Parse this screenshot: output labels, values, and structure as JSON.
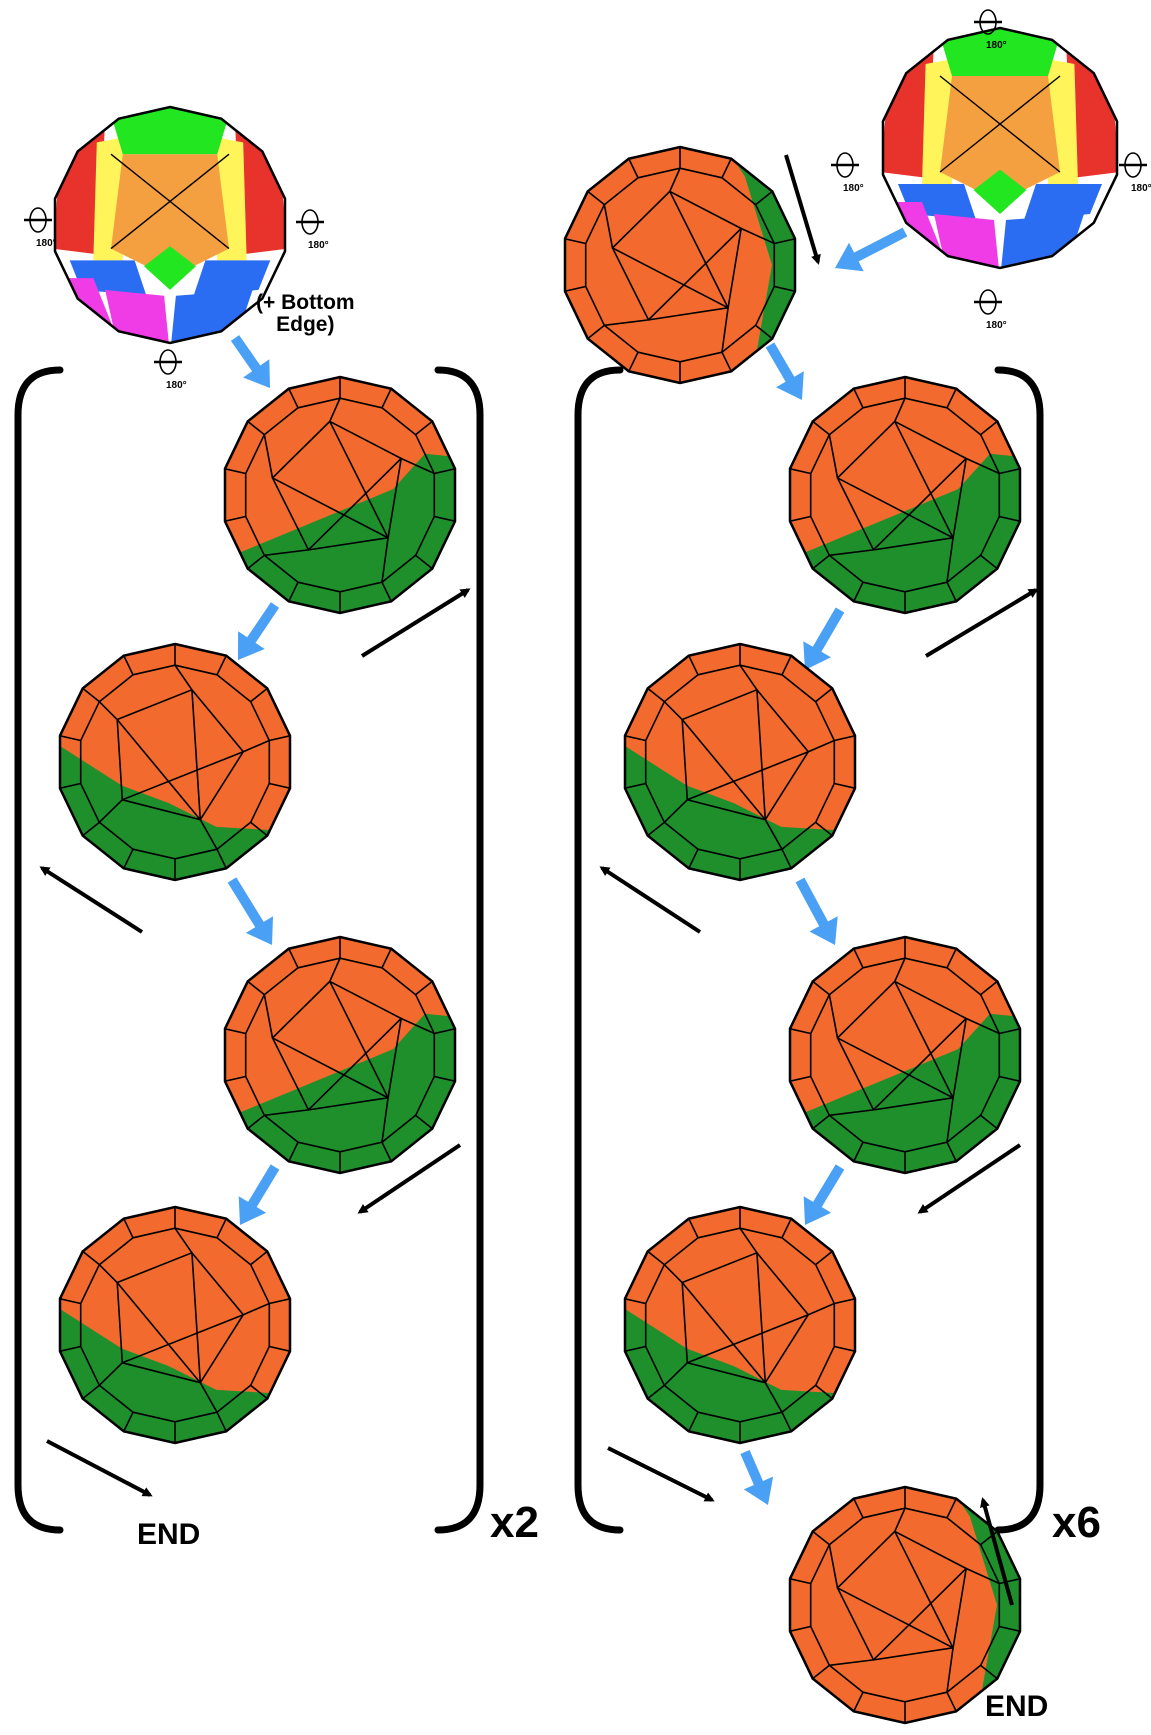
{
  "colors": {
    "orange": "#f26a2e",
    "green": "#1f8f2c",
    "light_orange": "#f4a040",
    "bright_green": "#22e61f",
    "yellow": "#fff45a",
    "red": "#e8322c",
    "blue": "#2a6cf2",
    "magenta": "#f03ce6",
    "arrow_blue": "#4aa0f4",
    "outline": "#000000"
  },
  "left_sequence": {
    "start_note": "(+ Bottom\nEdge)",
    "rotation_label": "180°",
    "repeat_label": "x2",
    "end_label": "END",
    "steps": [
      {
        "rotation": "clockwise",
        "direction": "up-right"
      },
      {
        "rotation": "counterclockwise",
        "direction": "up-left"
      },
      {
        "rotation": "clockwise",
        "direction": "down-left"
      },
      {
        "rotation": "counterclockwise",
        "direction": "down-right"
      }
    ]
  },
  "right_sequence": {
    "rotation_label": "180°",
    "repeat_label": "x6",
    "end_label": "END",
    "steps": [
      {
        "rotation": "clockwise",
        "direction": "up-right"
      },
      {
        "rotation": "counterclockwise",
        "direction": "up-left"
      },
      {
        "rotation": "clockwise",
        "direction": "down-left"
      },
      {
        "rotation": "counterclockwise",
        "direction": "down-right"
      }
    ]
  }
}
